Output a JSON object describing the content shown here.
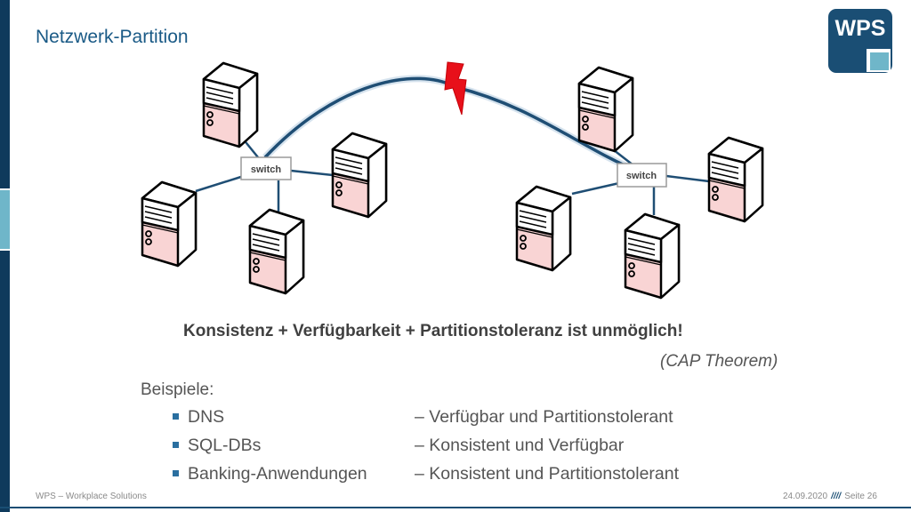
{
  "slide": {
    "title": "Netzwerk-Partition",
    "logo_text": "WPS"
  },
  "diagram": {
    "left_switch_label": "switch",
    "right_switch_label": "switch",
    "link_color": "#1f4e74",
    "lightning_color": "#e8101a",
    "server_fill": "#f9d4d4"
  },
  "content": {
    "headline": "Konsistenz + Verfügbarkeit + Partitionstoleranz ist unmöglich!",
    "cap_note": "(CAP Theorem)",
    "examples_label": "Beispiele:",
    "examples": [
      {
        "name": "DNS",
        "desc": "– Verfügbar und Partitionstolerant"
      },
      {
        "name": "SQL-DBs",
        "desc": "– Konsistent und Verfügbar"
      },
      {
        "name": "Banking-Anwendungen",
        "desc": "– Konsistent und Partitionstolerant"
      }
    ]
  },
  "footer": {
    "company": "WPS – Workplace Solutions",
    "date": "24.09.2020",
    "separator": "////",
    "page": "Seite 26"
  }
}
